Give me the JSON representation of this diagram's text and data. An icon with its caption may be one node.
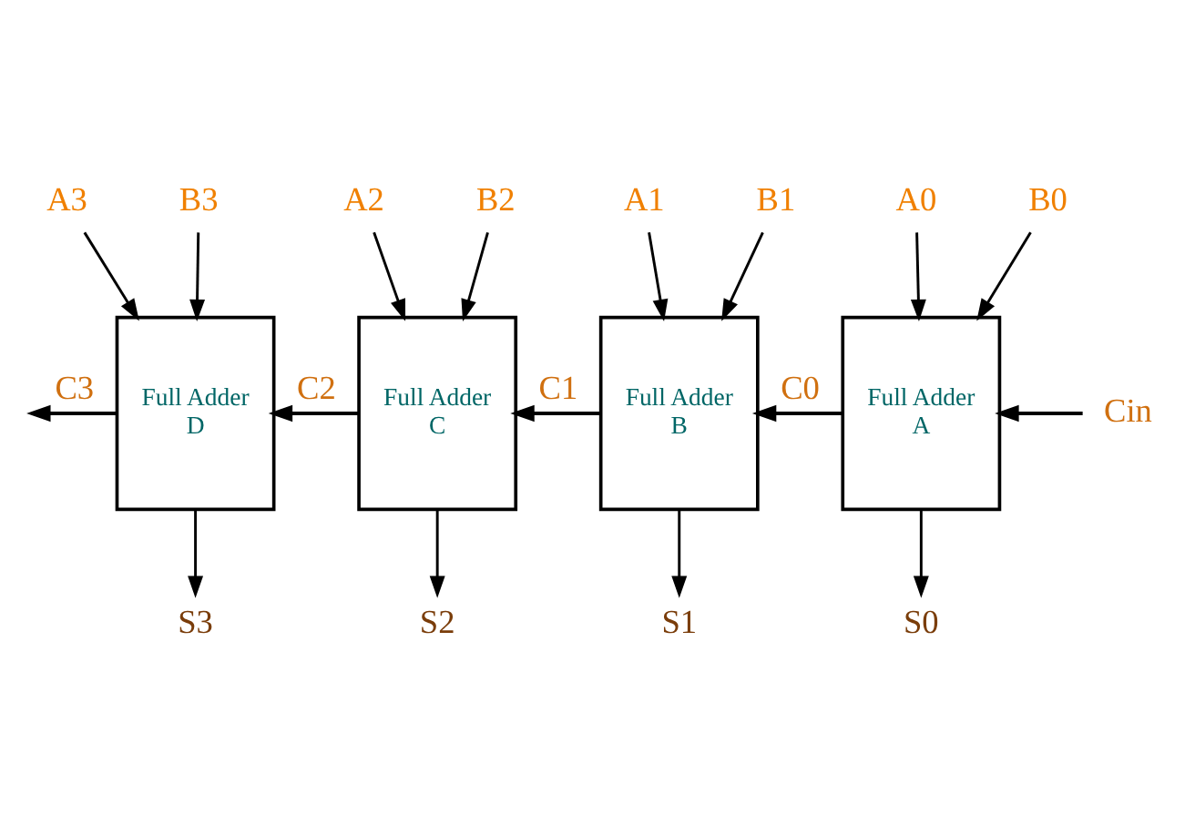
{
  "diagram": {
    "nodes": [
      {
        "text": [
          "A3"
        ]
      },
      {
        "text": [
          "B3"
        ]
      },
      {
        "text": [
          "A2"
        ]
      },
      {
        "text": [
          "B2"
        ]
      },
      {
        "text": [
          "A1"
        ]
      },
      {
        "text": [
          "B1"
        ]
      },
      {
        "text": [
          "A0"
        ]
      },
      {
        "text": [
          "B0"
        ]
      },
      {
        "text": [
          "Full Adder D"
        ]
      },
      {
        "text": [
          "Full Adder C"
        ]
      },
      {
        "text": [
          "Full Adder B"
        ]
      },
      {
        "text": [
          "Full Adder A"
        ]
      },
      {
        "text": [
          "Cin"
        ]
      },
      {
        "text": [
          "S3"
        ]
      },
      {
        "text": [
          "S2"
        ]
      },
      {
        "text": [
          "S1"
        ]
      },
      {
        "text": [
          "S0"
        ]
      }
    ],
    "edges": [
      {
        "from": 0,
        "to": 8,
        "arrow": "to"
      },
      {
        "from": 1,
        "to": 8,
        "arrow": "to"
      },
      {
        "from": 2,
        "to": 9,
        "arrow": "to"
      },
      {
        "from": 3,
        "to": 9,
        "arrow": "to"
      },
      {
        "from": 4,
        "to": 10,
        "arrow": "to"
      },
      {
        "from": 5,
        "to": 10,
        "arrow": "to"
      },
      {
        "from": 6,
        "to": 11,
        "arrow": "to"
      },
      {
        "from": 7,
        "to": 11,
        "arrow": "to"
      },
      {
        "from": 12,
        "to": 11,
        "arrow": "to"
      },
      {
        "from": 11,
        "to": 10,
        "arrow": "to",
        "label": "C0"
      },
      {
        "from": 10,
        "to": 9,
        "arrow": "to",
        "label": "C1"
      },
      {
        "from": 9,
        "to": 8,
        "arrow": "to",
        "label": "C2"
      },
      {
        "from": 8,
        "to": null,
        "arrow": "to",
        "label": "C3"
      },
      {
        "from": 8,
        "to": 13,
        "arrow": "to"
      },
      {
        "from": 9,
        "to": 14,
        "arrow": "to"
      },
      {
        "from": 10,
        "to": 15,
        "arrow": "to"
      },
      {
        "from": 11,
        "to": 16,
        "arrow": "to"
      }
    ]
  }
}
